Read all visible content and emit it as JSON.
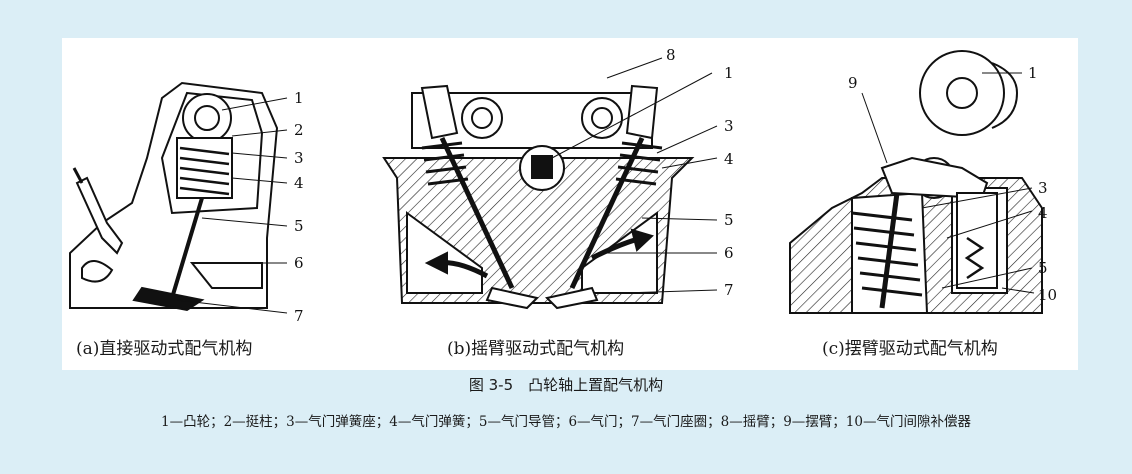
{
  "figure": {
    "title": "图 3-5　凸轮轴上置配气机构",
    "legend": "1—凸轮；2—挺柱；3—气门弹簧座；4—气门弹簧；5—气门导管；6—气门；7—气门座圈；8—摇臂；9—摆臂；10—气门间隙补偿器"
  },
  "subfigures": {
    "a": {
      "caption": "(a)直接驱动式配气机构",
      "labels": [
        "1",
        "2",
        "3",
        "4",
        "5",
        "6",
        "7"
      ]
    },
    "b": {
      "caption": "(b)摇臂驱动式配气机构",
      "labels": [
        "8",
        "1",
        "3",
        "4",
        "5",
        "6",
        "7"
      ]
    },
    "c": {
      "caption": "(c)摆臂驱动式配气机构",
      "labels": [
        "9",
        "1",
        "3",
        "4",
        "5",
        "10"
      ]
    }
  },
  "colors": {
    "background": "#dbeef6",
    "panel": "#ffffff",
    "ink": "#1a1a1a"
  }
}
